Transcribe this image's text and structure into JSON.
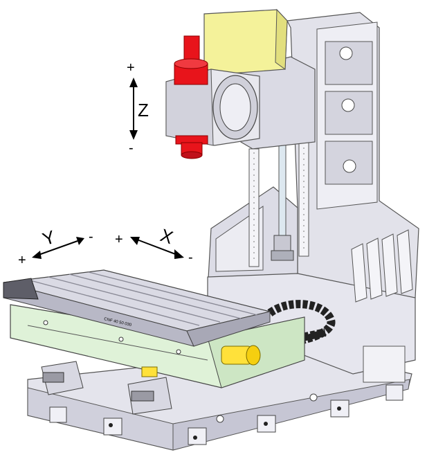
{
  "axes": {
    "z": {
      "name": "Z",
      "plus": "+",
      "minus": "-"
    },
    "y": {
      "name": "Y",
      "plus": "+",
      "minus": "-"
    },
    "x": {
      "name": "X",
      "plus": "+",
      "minus": "-"
    }
  },
  "table_marking": "CNF 40 50 030",
  "colors": {
    "spindle": "#e8141b",
    "motor_housing": "#f4f29a",
    "table_slide": "#dff2d8",
    "frame": "#dcdce8",
    "metal_dark": "#8c8c96",
    "yellow_part": "#ffe13a"
  }
}
